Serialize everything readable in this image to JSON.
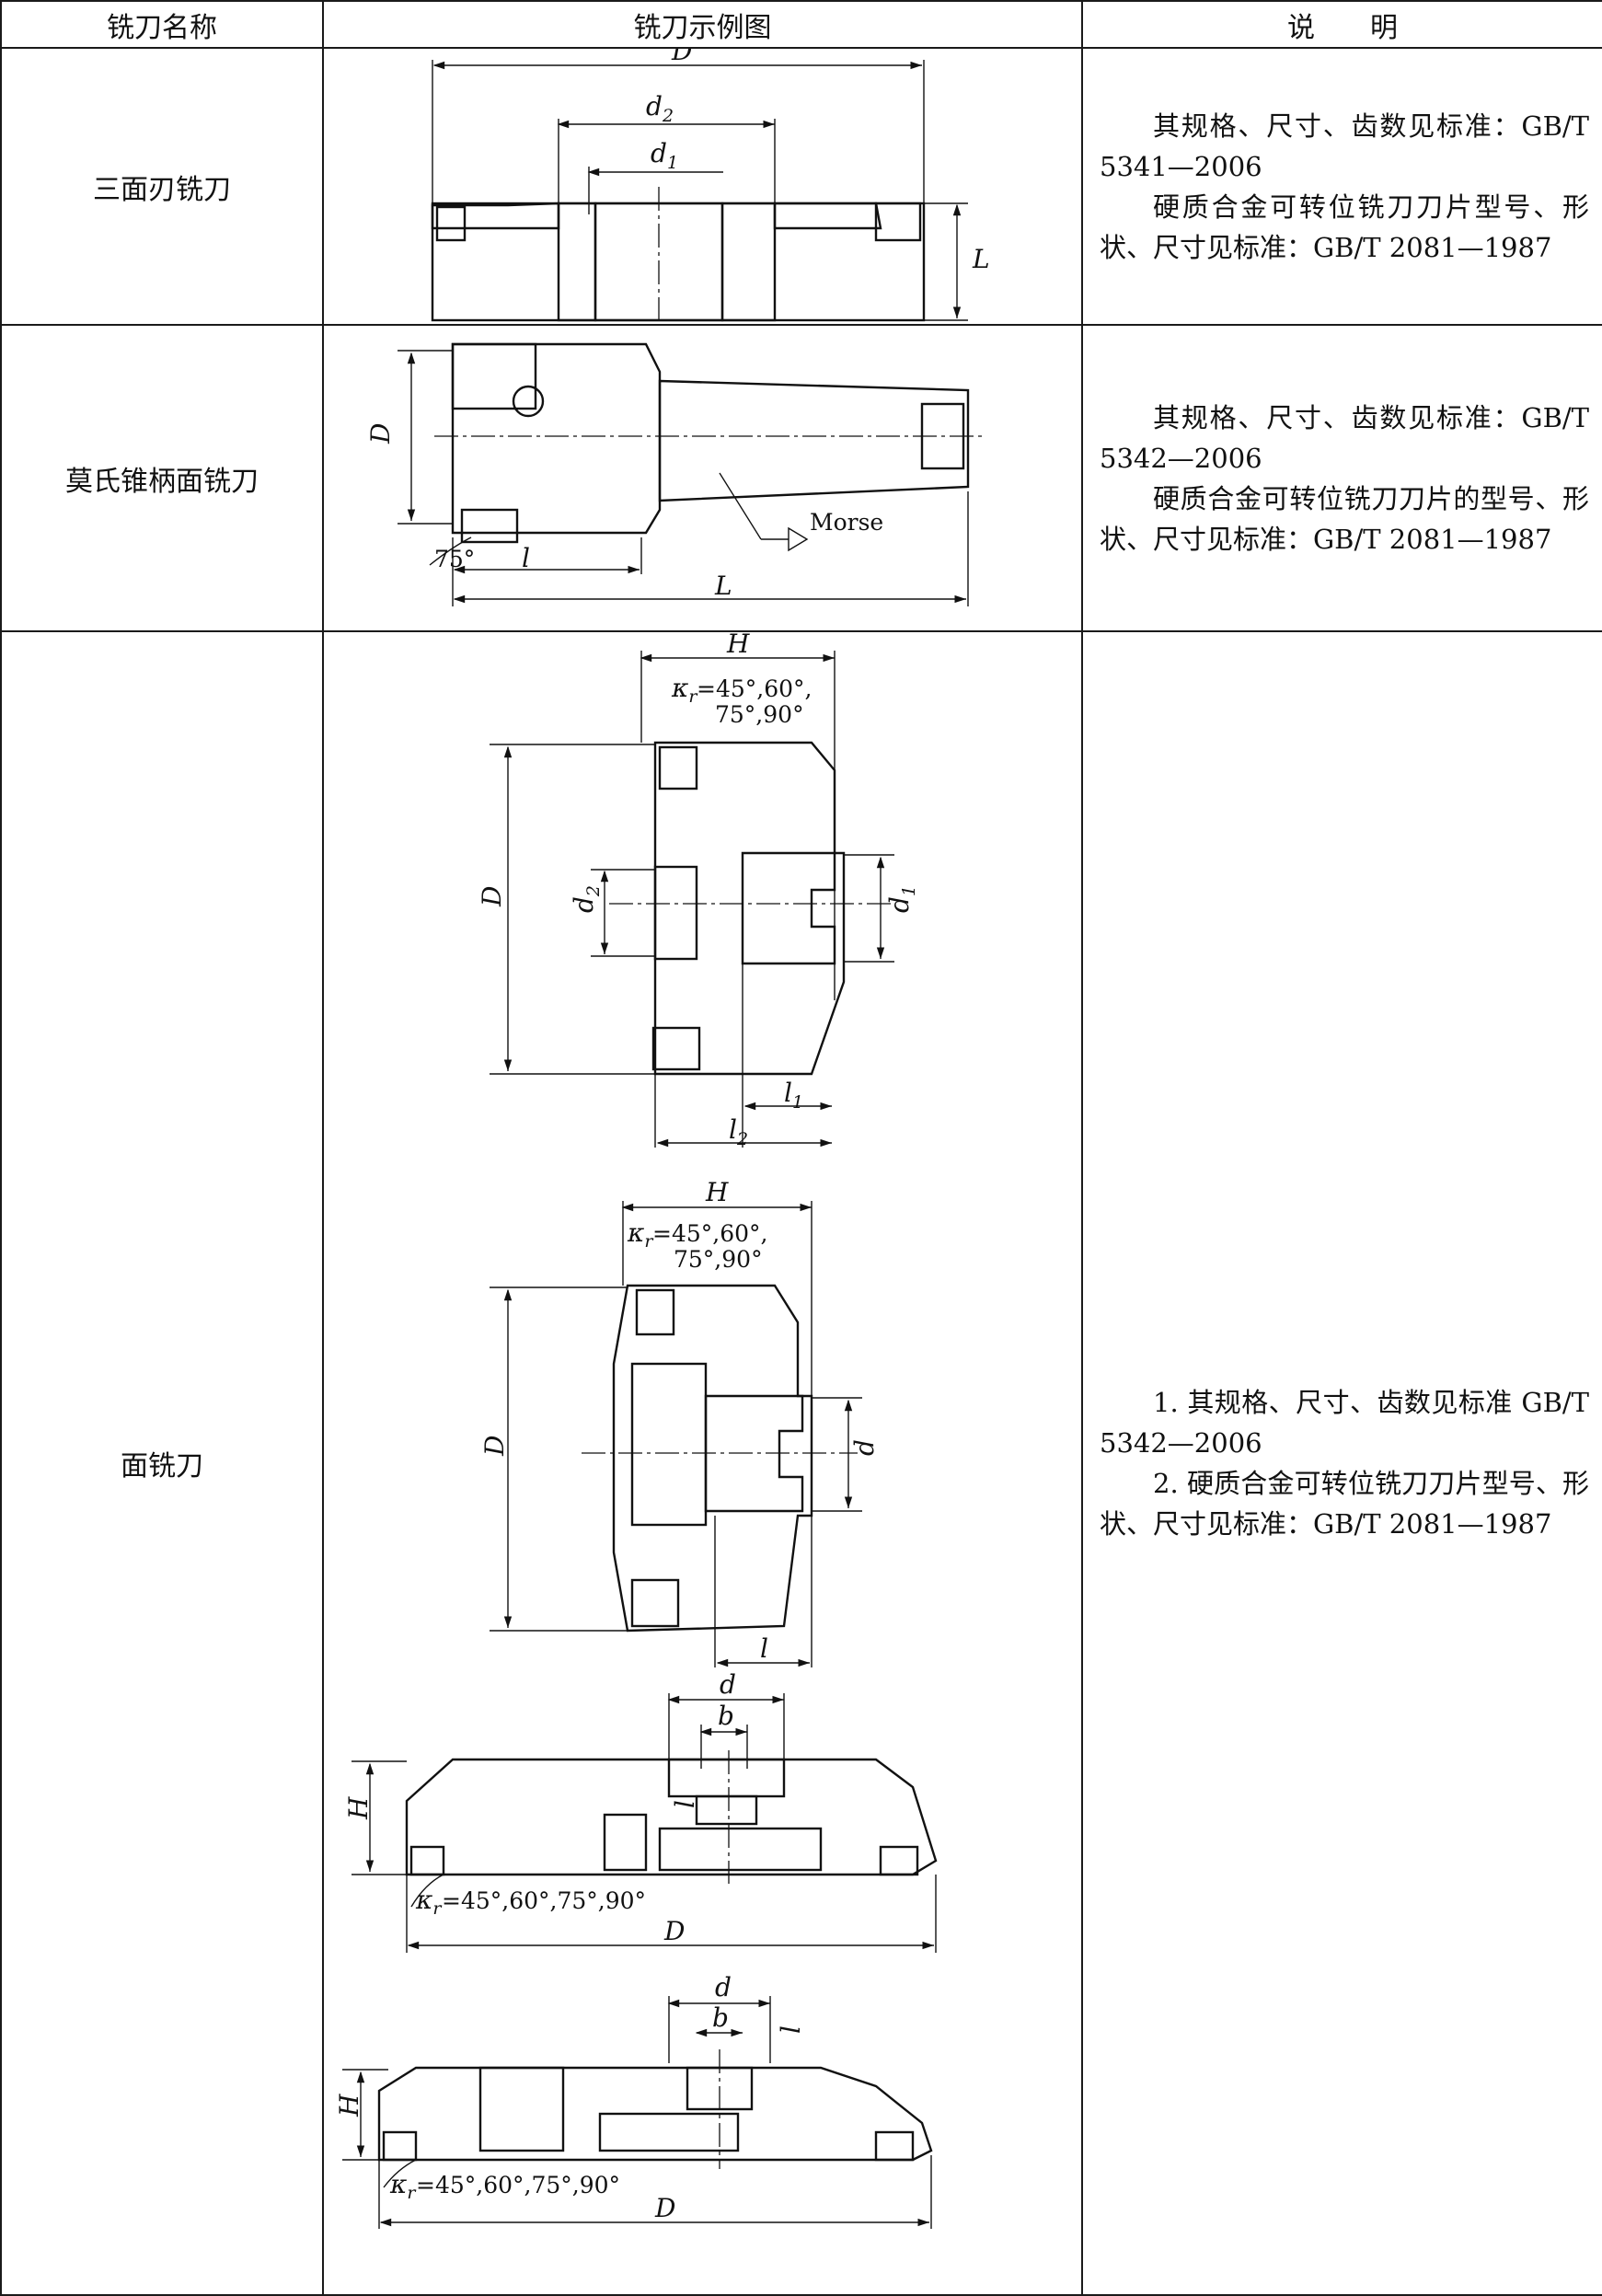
{
  "table": {
    "headers": [
      "铣刀名称",
      "铣刀示例图",
      "说　　明"
    ],
    "rows": [
      {
        "name": "三面刃铣刀",
        "figure": {
          "icon": "side-and-face-milling-cutter-drawing",
          "labels": {
            "D": "D",
            "d2": "d",
            "d2_sub": "2",
            "d1": "d",
            "d1_sub": "1",
            "L": "L"
          }
        },
        "notes": [
          "其规格、尺寸、齿数见标准：GB/T 5341—2006",
          "硬质合金可转位铣刀刀片型号、形状、尺寸见标准：GB/T 2081—1987"
        ]
      },
      {
        "name": "莫氏锥柄面铣刀",
        "figure": {
          "icon": "morse-taper-shank-face-mill-drawing",
          "labels": {
            "D": "D",
            "morse": "Morse",
            "angle": "75°",
            "l": "l",
            "L": "L"
          }
        },
        "notes": [
          "其规格、尺寸、齿数见标准：GB/T 5342—2006",
          "硬质合金可转位铣刀刀片的型号、形状、尺寸见标准：GB/T 2081—1987"
        ]
      },
      {
        "name": "面铣刀",
        "figures": [
          {
            "icon": "face-mill-drawing-1",
            "labels": {
              "H": "H",
              "kr": "κ",
              "kr_sub": "r",
              "angles_1": "=45°,60°,",
              "angles_2": "75°,90°",
              "D": "D",
              "d2": "d",
              "d2_sub": "2",
              "d1": "d",
              "d1_sub": "1",
              "l1": "l",
              "l1_sub": "1",
              "l2": "l",
              "l2_sub": "2"
            }
          },
          {
            "icon": "face-mill-drawing-2",
            "labels": {
              "H": "H",
              "kr": "κ",
              "kr_sub": "r",
              "angles_1": "=45°,60°,",
              "angles_2": "75°,90°",
              "D": "D",
              "d": "d",
              "l": "l"
            }
          },
          {
            "icon": "face-mill-drawing-3",
            "labels": {
              "d": "d",
              "b": "b",
              "l": "l",
              "H": "H",
              "kr": "κ",
              "kr_sub": "r",
              "angles": "=45°,60°,75°,90°",
              "D": "D"
            }
          },
          {
            "icon": "face-mill-drawing-4",
            "labels": {
              "d": "d",
              "b": "b",
              "l": "l",
              "H": "H",
              "kr": "κ",
              "kr_sub": "r",
              "angles": "=45°,60°,75°,90°",
              "D": "D"
            }
          }
        ],
        "notes": [
          "1. 其规格、尺寸、齿数见标准 GB/T 5342—2006",
          "2. 硬质合金可转位铣刀刀片型号、形状、尺寸见标准：GB/T 2081—1987"
        ]
      }
    ]
  }
}
